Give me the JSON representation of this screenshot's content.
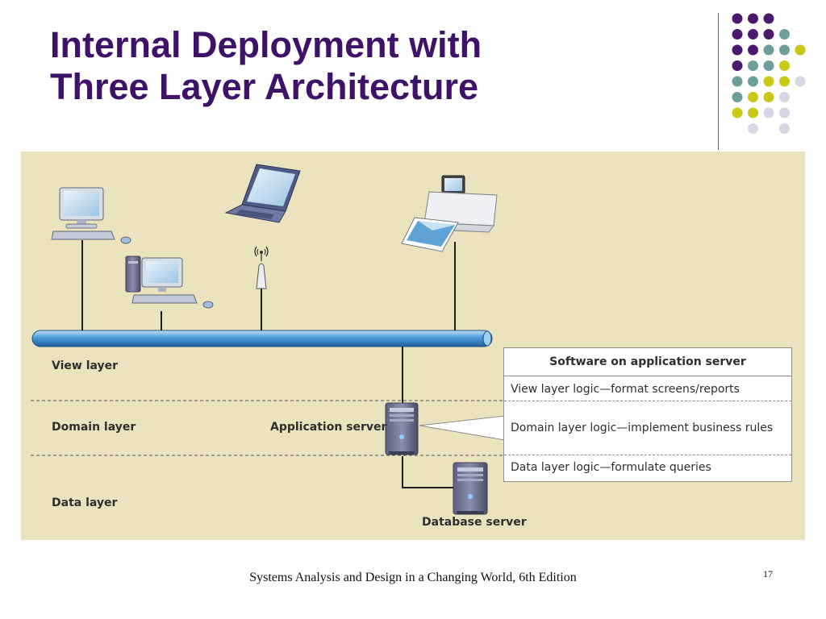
{
  "slide": {
    "title_line1": "Internal Deployment with",
    "title_line2": "Three Layer Architecture",
    "footer": "Systems Analysis and Design in a Changing World, 6th Edition",
    "page_number": "17"
  },
  "colors": {
    "title": "#3d1268",
    "diagram_bg": "#ebe3bd",
    "network_bus": "#4a9ad8",
    "dot_purple": "#4b1a6e",
    "dot_teal": "#6e9e9c",
    "dot_olive": "#c9c816",
    "dot_lavender": "#d6d6e6"
  },
  "decor": {
    "dot_grid_rows": [
      [
        "purple",
        "purple",
        "purple",
        null
      ],
      [
        "purple",
        "purple",
        "purple",
        "teal"
      ],
      [
        "purple",
        "purple",
        "teal",
        "teal",
        "olive"
      ],
      [
        "purple",
        "teal",
        "teal",
        "olive"
      ],
      [
        "teal",
        "teal",
        "olive",
        "olive",
        "lavender"
      ],
      [
        "teal",
        "olive",
        "olive",
        "lavender"
      ],
      [
        "olive",
        "olive",
        "lavender",
        "lavender"
      ],
      [
        null,
        "lavender",
        null,
        "lavender"
      ]
    ]
  },
  "diagram": {
    "layers": {
      "view": "View layer",
      "domain": "Domain layer",
      "data": "Data layer"
    },
    "application_server": "Application server",
    "database_server": "Database server",
    "device_icons": [
      "desktop-computer-icon",
      "desktop-tower-computer-icon",
      "laptop-icon",
      "wireless-access-point-icon",
      "photo-printer-icon",
      "server-tower-icon"
    ],
    "software_box": {
      "header": "Software on application server",
      "rows": [
        "View layer logic—format screens/reports",
        "Domain layer logic—implement business rules",
        "Data layer logic—formulate queries"
      ]
    }
  }
}
